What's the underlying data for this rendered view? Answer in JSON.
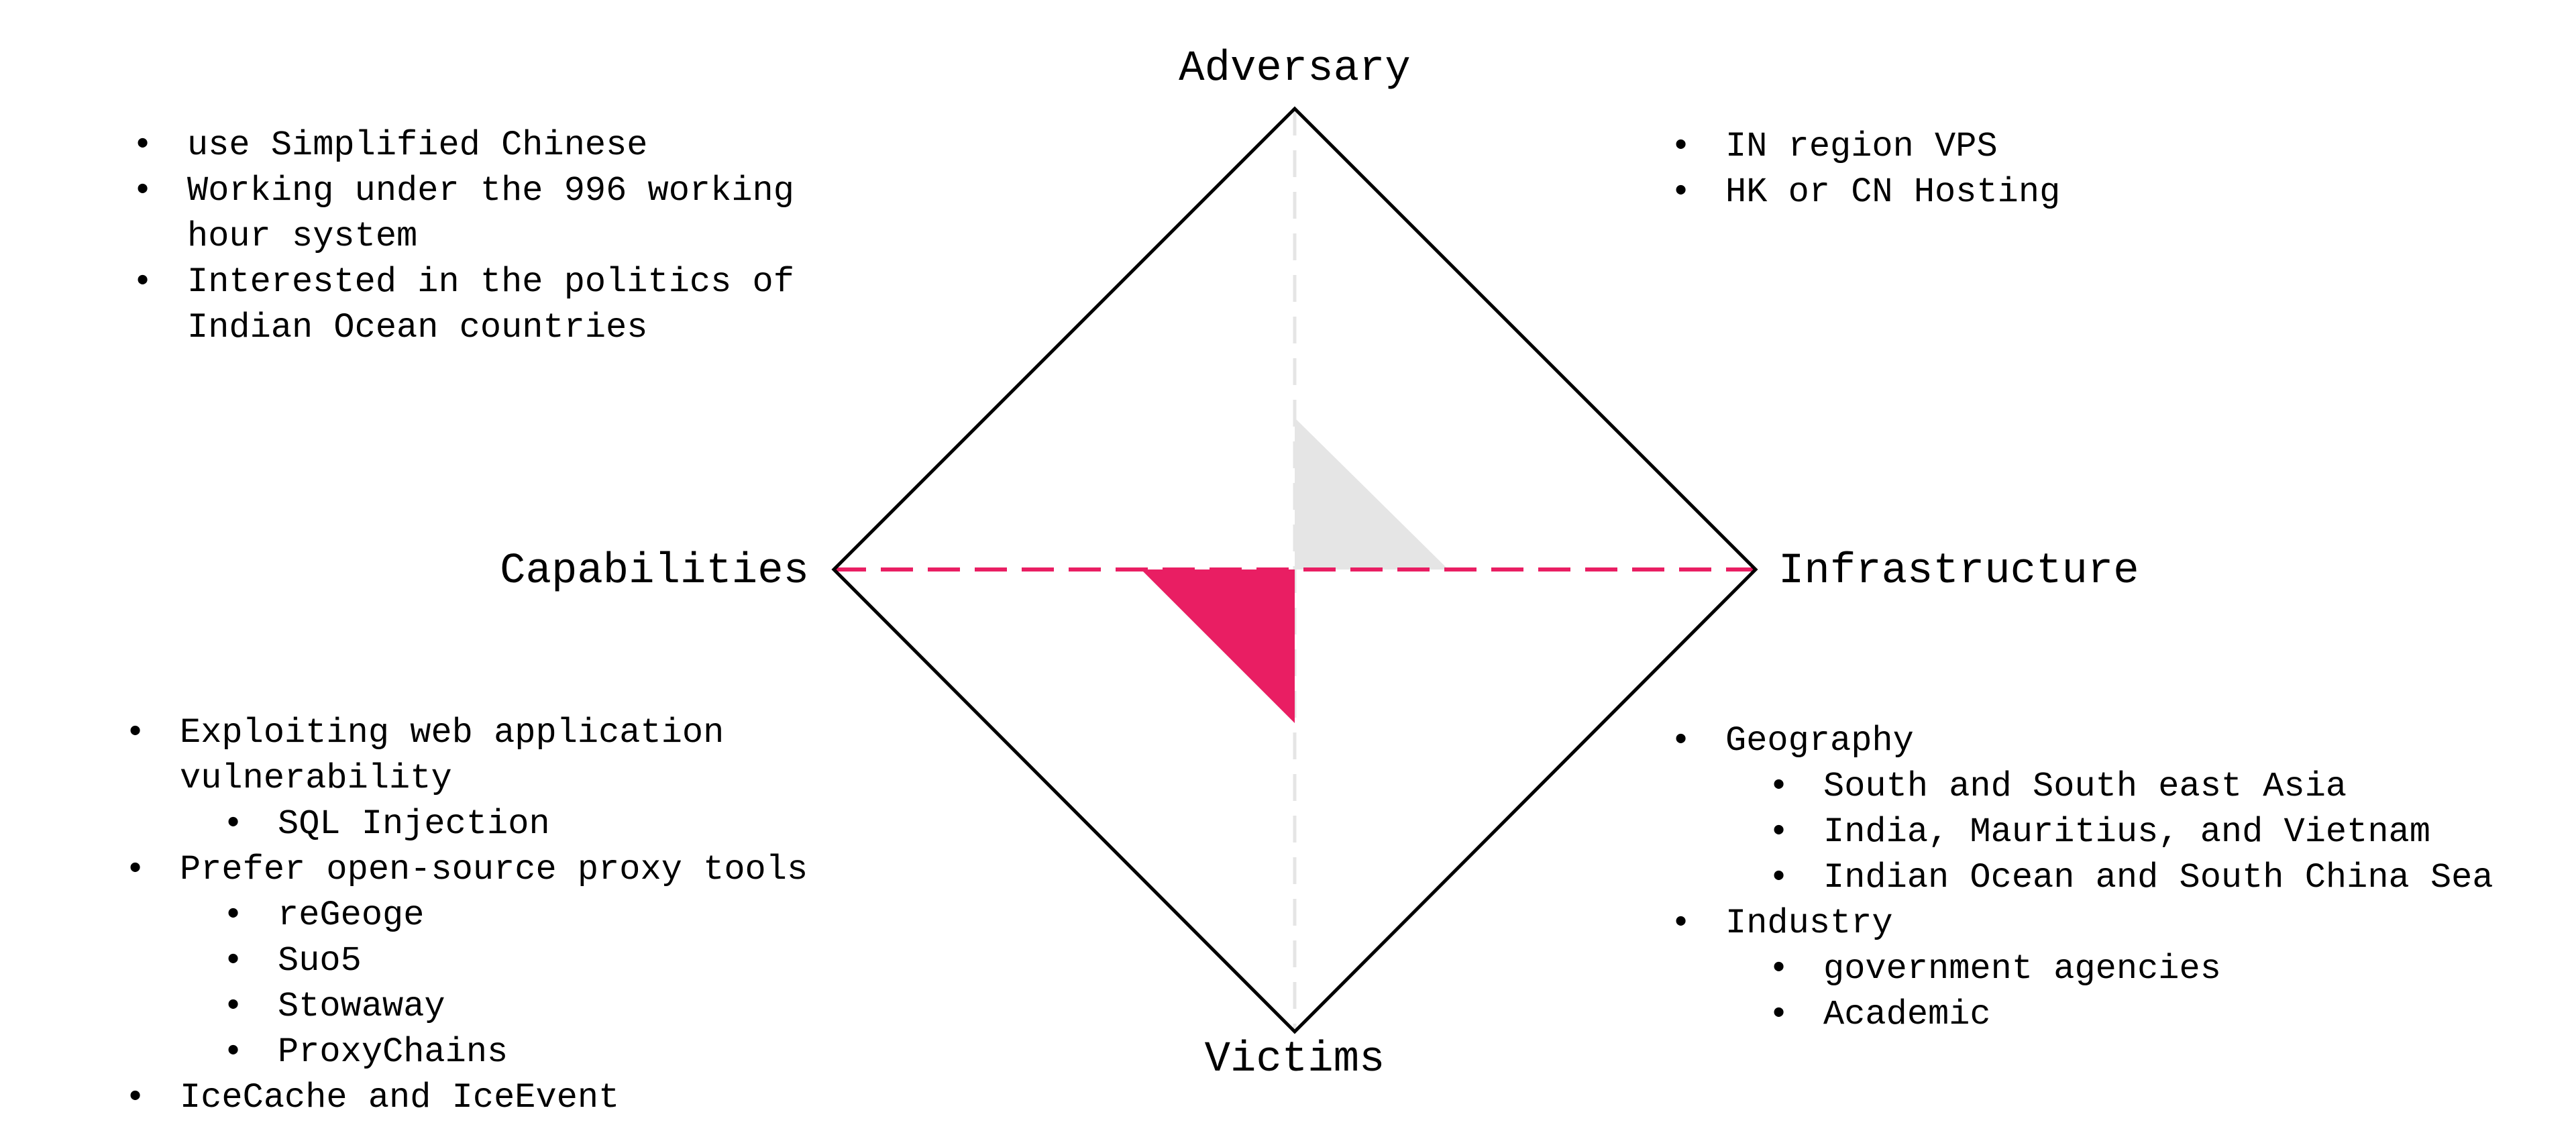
{
  "diagram": {
    "title": "Diamond Model",
    "vertices": {
      "adversary": "Adversary",
      "capabilities": "Capabilities",
      "infrastructure": "Infrastructure",
      "victims": "Victims"
    },
    "colors": {
      "outline": "#000000",
      "axis_vertical": "#e5e5e5",
      "axis_horizontal": "#e91e63",
      "adversary_infrastructure_fill": "#e5e5e5",
      "capabilities_victims_fill": "#e91e63"
    }
  },
  "adversary_notes": [
    {
      "lines": [
        "use Simplified Chinese"
      ]
    },
    {
      "lines": [
        "Working under the 996 working",
        "hour system"
      ]
    },
    {
      "lines": [
        "Interested in the politics of",
        "Indian Ocean countries"
      ]
    }
  ],
  "infrastructure_notes": [
    "IN region VPS",
    "HK or CN Hosting"
  ],
  "capabilities_notes": {
    "web_exploit": {
      "lines": [
        "Exploiting web application",
        "vulnerability"
      ],
      "sub": [
        "SQL Injection"
      ]
    },
    "proxy": {
      "label": "Prefer open-source proxy tools",
      "sub": [
        "reGeoge",
        "Suo5",
        "Stowaway",
        "ProxyChains"
      ]
    },
    "malware": "IceCache and IceEvent"
  },
  "victims_notes": {
    "geography": {
      "label": "Geography",
      "sub": [
        "South and South east Asia",
        "India, Mauritius, and Vietnam",
        "Indian Ocean and South China Sea"
      ]
    },
    "industry": {
      "label": "Industry",
      "sub": [
        "government agencies",
        "Academic"
      ]
    }
  },
  "bullet": "•"
}
